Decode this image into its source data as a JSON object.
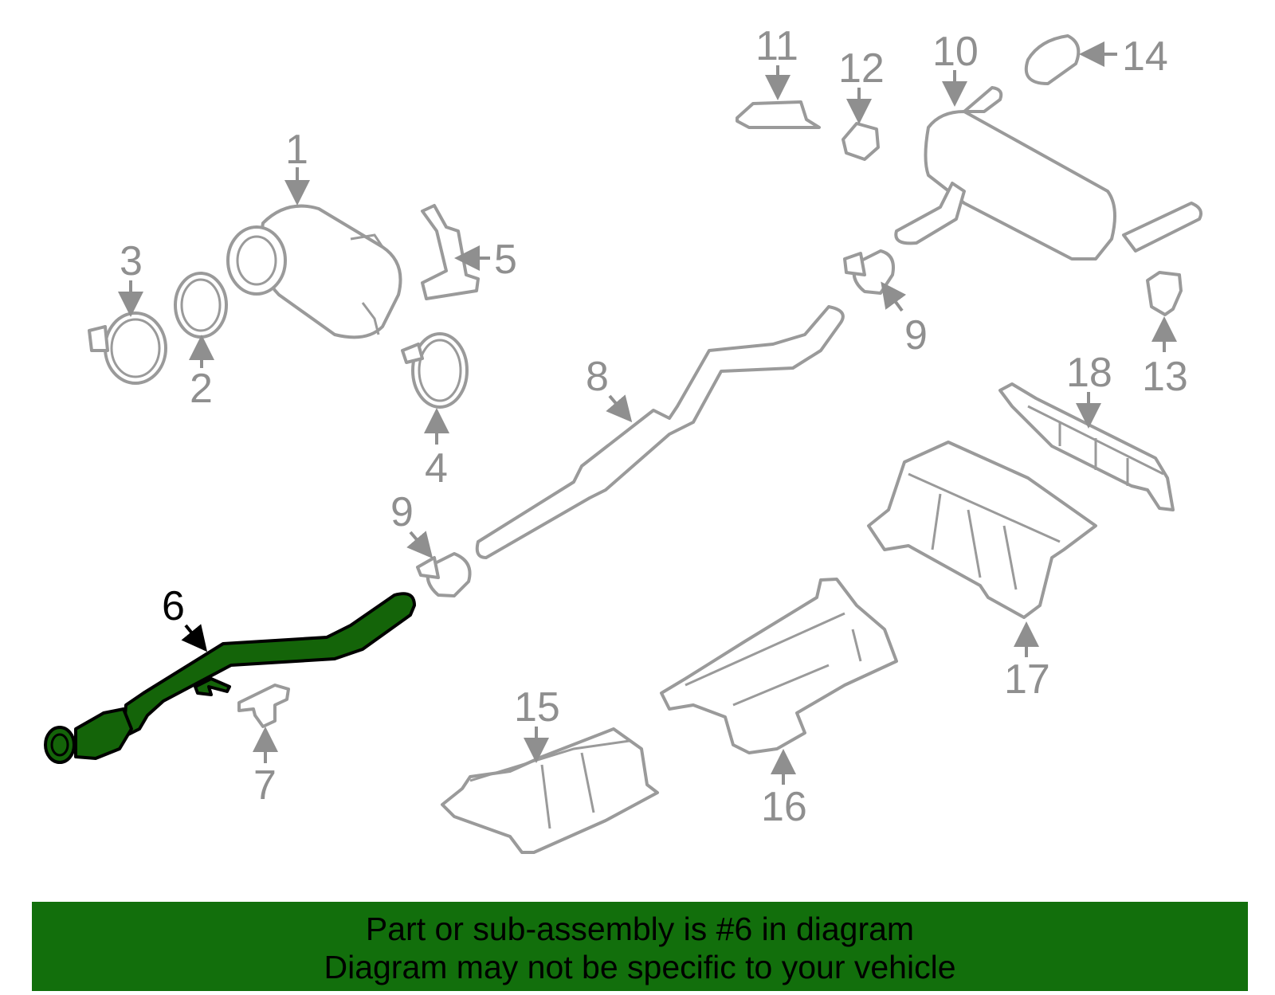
{
  "diagram": {
    "callouts": [
      "1",
      "2",
      "3",
      "4",
      "5",
      "6",
      "7",
      "8",
      "9",
      "9",
      "10",
      "11",
      "12",
      "13",
      "14",
      "15",
      "16",
      "17",
      "18"
    ],
    "highlighted_part": "6",
    "highlight_color": "#146409"
  },
  "banner": {
    "line1": "Part or sub-assembly is #6 in diagram",
    "line2": "Diagram may not be specific to your vehicle",
    "background": "#126f0c"
  }
}
